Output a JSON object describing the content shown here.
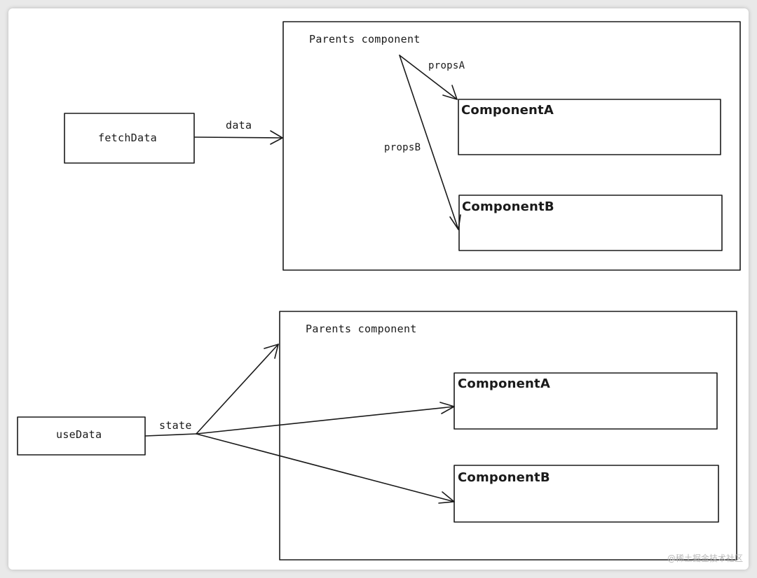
{
  "top": {
    "source_label": "fetchData",
    "edge_label": "data",
    "container_label": "Parents component",
    "child_a": "ComponentA",
    "child_b": "ComponentB",
    "prop_a": "propsA",
    "prop_b": "propsB"
  },
  "bottom": {
    "source_label": "useData",
    "edge_label": "state",
    "container_label": "Parents component",
    "child_a": "ComponentA",
    "child_b": "ComponentB"
  },
  "watermark": "@稀土掘金技术社区",
  "colors": {
    "stroke": "#1a1a1a",
    "background": "#ffffff"
  }
}
